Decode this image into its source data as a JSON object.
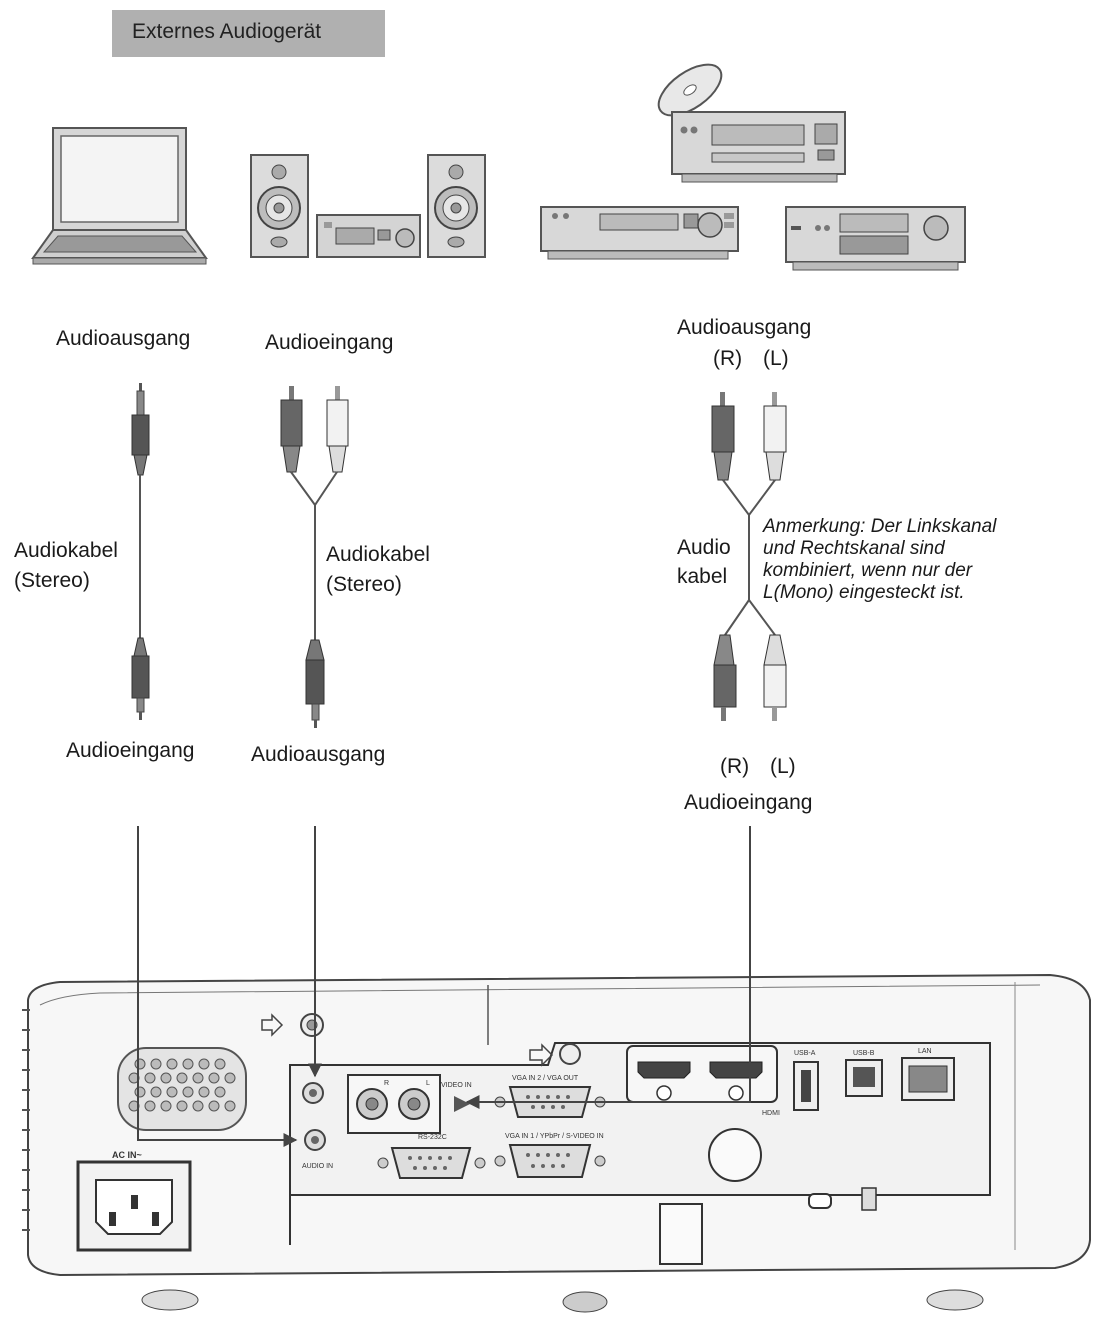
{
  "header": {
    "title": "Externes Audiogerät"
  },
  "labels": {
    "c1_top": "Audioausgang",
    "c1_cable_1": "Audiokabel",
    "c1_cable_2": "(Stereo)",
    "c1_bottom": "Audioeingang",
    "c2_top": "Audioeingang",
    "c2_cable_1": "Audiokabel",
    "c2_cable_2": "(Stereo)",
    "c2_bottom": "Audioausgang",
    "c3_top": "Audioausgang",
    "c3_r_top": "(R)",
    "c3_l_top": "(L)",
    "c3_cable_1": "Audio",
    "c3_cable_2": "kabel",
    "c3_r_bottom": "(R)",
    "c3_l_bottom": "(L)",
    "c3_bottom": "Audioeingang"
  },
  "note": {
    "line1": "Anmerkung: Der Linkskanal",
    "line2": "und Rechtskanal sind",
    "line3": "kombiniert, wenn nur der",
    "line4": "L(Mono) eingesteckt ist."
  },
  "ports": {
    "audio_in": "AUDIO IN",
    "ac_in": "AC IN~",
    "rs232c": "RS-232C",
    "vga_in2": "VGA IN 2 / VGA OUT",
    "vga_in1": "VGA IN 1 / YPbPr / S-VIDEO IN",
    "video_in": "VIDEO IN",
    "r": "R",
    "l": "L",
    "hdmi": "HDMI",
    "usb_a": "USB-A",
    "usb_b": "USB-B",
    "lan": "LAN"
  }
}
